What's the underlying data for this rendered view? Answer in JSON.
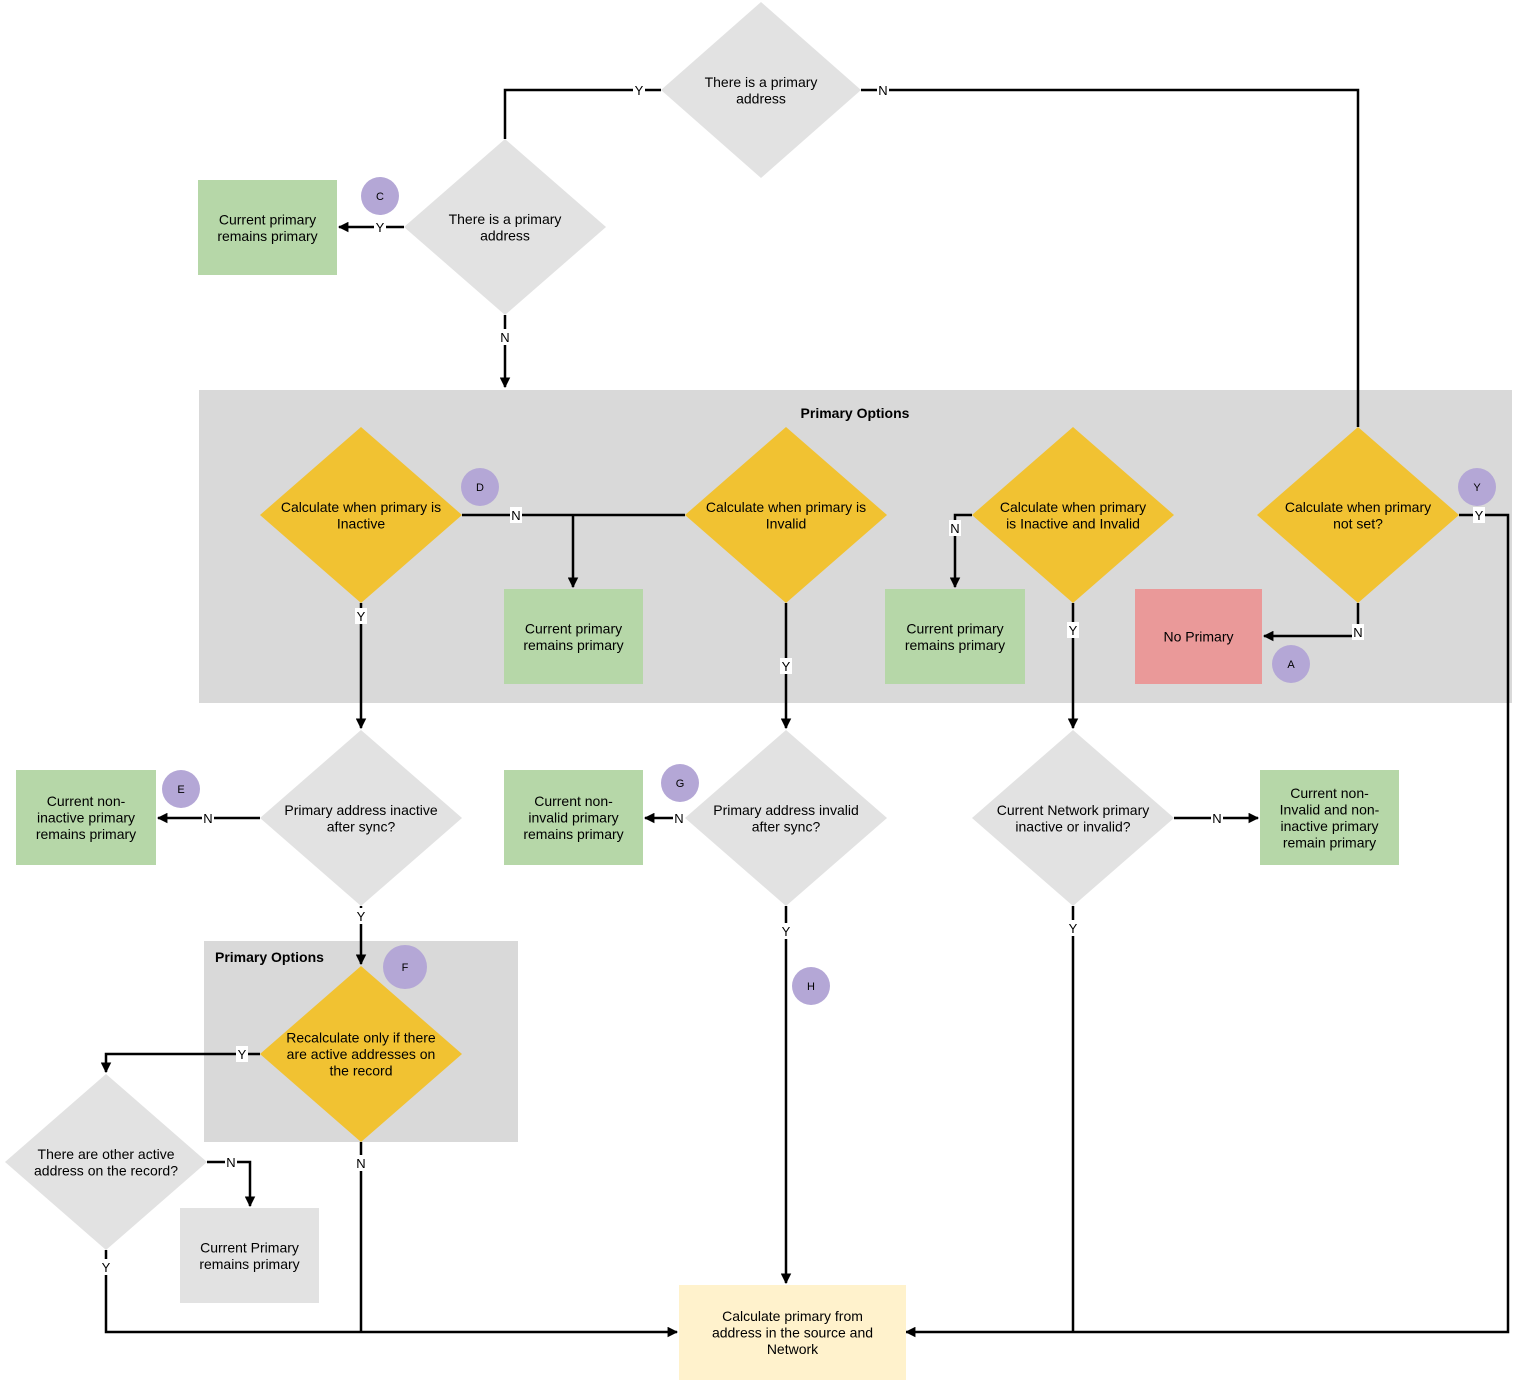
{
  "colors": {
    "group_fill": "#d9d9d9",
    "decision_gray": "#e2e2e2",
    "decision_yellow": "#f1c232",
    "outcome_green": "#b6d7a8",
    "outcome_red": "#ea9999",
    "outcome_gray": "#e2e2e2",
    "outcome_light_yellow": "#fff2cc",
    "badge_purple": "#b4a7d6",
    "line": "#000000"
  },
  "groups": [
    {
      "id": "g_top",
      "title": "Primary Options"
    },
    {
      "id": "g_bottom",
      "title": "Primary Options"
    }
  ],
  "nodes": [
    {
      "id": "d_top",
      "shape": "diamond",
      "fill": "gray",
      "lines": [
        "There is a primary",
        "address"
      ]
    },
    {
      "id": "d_second",
      "shape": "diamond",
      "fill": "gray",
      "lines": [
        "There is a primary",
        "address"
      ]
    },
    {
      "id": "o_current_1",
      "shape": "rect",
      "fill": "green",
      "lines": [
        "Current primary",
        "remains primary"
      ]
    },
    {
      "id": "d_inactive",
      "shape": "diamond",
      "fill": "yellow",
      "lines": [
        "Calculate when primary is",
        "Inactive"
      ]
    },
    {
      "id": "o_current_2",
      "shape": "rect",
      "fill": "green",
      "lines": [
        "Current primary",
        "remains primary"
      ]
    },
    {
      "id": "d_invalid",
      "shape": "diamond",
      "fill": "yellow",
      "lines": [
        "Calculate when primary is",
        "Invalid"
      ]
    },
    {
      "id": "o_current_3",
      "shape": "rect",
      "fill": "green",
      "lines": [
        "Current primary",
        "remains primary"
      ]
    },
    {
      "id": "d_inact_inval",
      "shape": "diamond",
      "fill": "yellow",
      "lines": [
        "Calculate when primary",
        "is Inactive and Invalid"
      ]
    },
    {
      "id": "d_not_set",
      "shape": "diamond",
      "fill": "yellow",
      "lines": [
        "Calculate when primary",
        "not set?"
      ]
    },
    {
      "id": "o_no_primary",
      "shape": "rect",
      "fill": "red",
      "lines": [
        "No Primary"
      ]
    },
    {
      "id": "d_inactive_sync",
      "shape": "diamond",
      "fill": "gray",
      "lines": [
        "Primary address inactive",
        "after sync?"
      ]
    },
    {
      "id": "o_non_inactive",
      "shape": "rect",
      "fill": "green",
      "lines": [
        "Current non-",
        "inactive primary",
        "remains primary"
      ]
    },
    {
      "id": "d_invalid_sync",
      "shape": "diamond",
      "fill": "gray",
      "lines": [
        "Primary address invalid",
        "after sync?"
      ]
    },
    {
      "id": "o_non_invalid",
      "shape": "rect",
      "fill": "green",
      "lines": [
        "Current non-",
        "invalid primary",
        "remains primary"
      ]
    },
    {
      "id": "d_network",
      "shape": "diamond",
      "fill": "gray",
      "lines": [
        "Current Network primary",
        "inactive or invalid?"
      ]
    },
    {
      "id": "o_non_both",
      "shape": "rect",
      "fill": "green",
      "lines": [
        "Current non-",
        "Invalid and non-",
        "inactive primary",
        "remain primary"
      ]
    },
    {
      "id": "d_recalc",
      "shape": "diamond",
      "fill": "yellow",
      "lines": [
        "Recalculate only if there",
        "are active addresses on",
        "the record"
      ]
    },
    {
      "id": "d_other_active",
      "shape": "diamond",
      "fill": "gray",
      "lines": [
        "There are other active",
        "address on the record?"
      ]
    },
    {
      "id": "o_current_cap",
      "shape": "rect",
      "fill": "gray",
      "lines": [
        "Current Primary",
        "remains primary"
      ]
    },
    {
      "id": "o_calculate",
      "shape": "rect",
      "fill": "light_yellow",
      "lines": [
        "Calculate primary from",
        "address in the source and",
        "Network"
      ]
    }
  ],
  "badges": [
    {
      "id": "b_c",
      "label": "C"
    },
    {
      "id": "b_d",
      "label": "D"
    },
    {
      "id": "b_y",
      "label": "Y"
    },
    {
      "id": "b_a",
      "label": "A"
    },
    {
      "id": "b_e",
      "label": "E"
    },
    {
      "id": "b_g",
      "label": "G"
    },
    {
      "id": "b_f",
      "label": "F"
    },
    {
      "id": "b_h",
      "label": "H"
    }
  ],
  "edge_labels": [
    {
      "id": "l_top_y",
      "text": "Y"
    },
    {
      "id": "l_top_n",
      "text": "N"
    },
    {
      "id": "l_second_y",
      "text": "Y"
    },
    {
      "id": "l_second_n",
      "text": "N"
    },
    {
      "id": "l_inactive_n",
      "text": "N"
    },
    {
      "id": "l_inactive_y",
      "text": "Y"
    },
    {
      "id": "l_invalid_y",
      "text": "Y"
    },
    {
      "id": "l_iai_n",
      "text": "N"
    },
    {
      "id": "l_iai_y",
      "text": "Y"
    },
    {
      "id": "l_notset_y",
      "text": "Y"
    },
    {
      "id": "l_notset_n",
      "text": "N"
    },
    {
      "id": "l_isync_n",
      "text": "N"
    },
    {
      "id": "l_isync_y",
      "text": "Y"
    },
    {
      "id": "l_vsync_n",
      "text": "N"
    },
    {
      "id": "l_vsync_y",
      "text": "Y"
    },
    {
      "id": "l_net_n",
      "text": "N"
    },
    {
      "id": "l_net_y",
      "text": "Y"
    },
    {
      "id": "l_recalc_y",
      "text": "Y"
    },
    {
      "id": "l_recalc_n",
      "text": "N"
    },
    {
      "id": "l_other_n",
      "text": "N"
    },
    {
      "id": "l_other_y",
      "text": "Y"
    }
  ]
}
